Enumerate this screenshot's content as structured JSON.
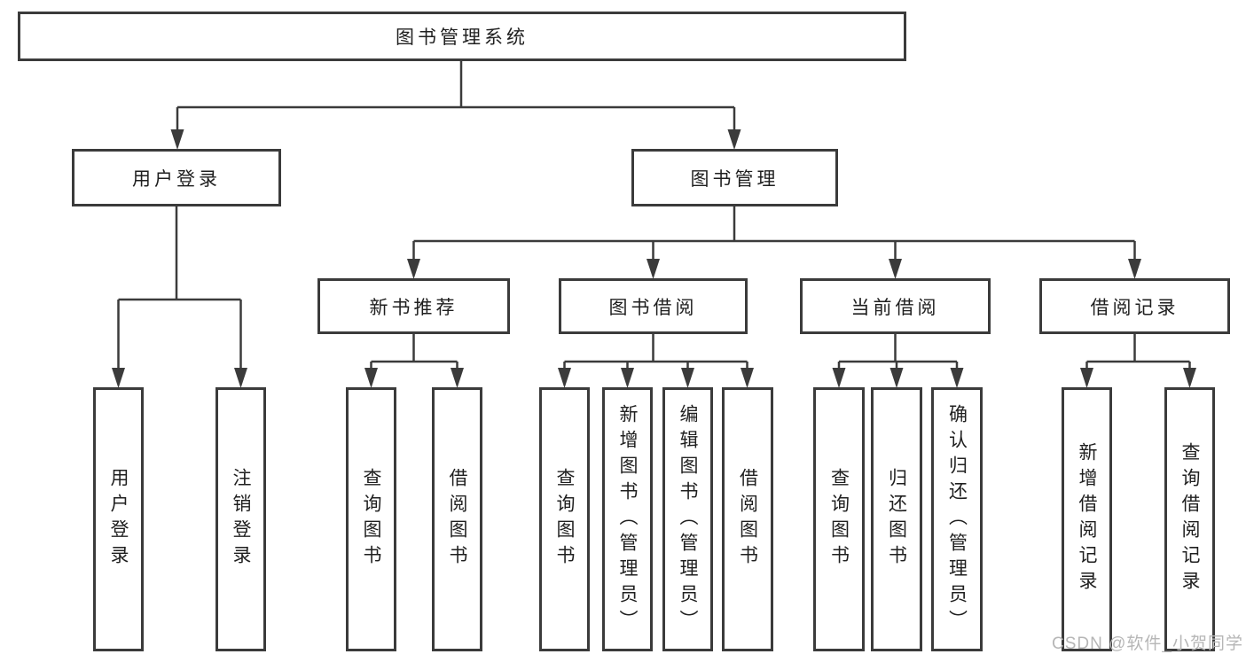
{
  "diagram": {
    "root": {
      "label": "图书管理系统"
    },
    "branches": [
      {
        "label": "用户登录",
        "children": [
          {
            "label": "用户登录"
          },
          {
            "label": "注销登录"
          }
        ]
      },
      {
        "label": "图书管理",
        "sections": [
          {
            "label": "新书推荐",
            "children": [
              {
                "label": "查询图书"
              },
              {
                "label": "借阅图书"
              }
            ]
          },
          {
            "label": "图书借阅",
            "children": [
              {
                "label": "查询图书"
              },
              {
                "label": "新增图书（管理员）"
              },
              {
                "label": "编辑图书（管理员）"
              },
              {
                "label": "借阅图书"
              }
            ]
          },
          {
            "label": "当前借阅",
            "children": [
              {
                "label": "查询图书"
              },
              {
                "label": "归还图书"
              },
              {
                "label": "确认归还（管理员）"
              }
            ]
          },
          {
            "label": "借阅记录",
            "children": [
              {
                "label": "新增借阅记录"
              },
              {
                "label": "查询借阅记录"
              }
            ]
          }
        ]
      }
    ]
  },
  "watermark": {
    "text": "CSDN @软件_小贺同学"
  },
  "colors": {
    "line": "#3b3b3b",
    "text": "#1f1f1f",
    "watermark": "#b6b6b6",
    "background": "#ffffff"
  }
}
